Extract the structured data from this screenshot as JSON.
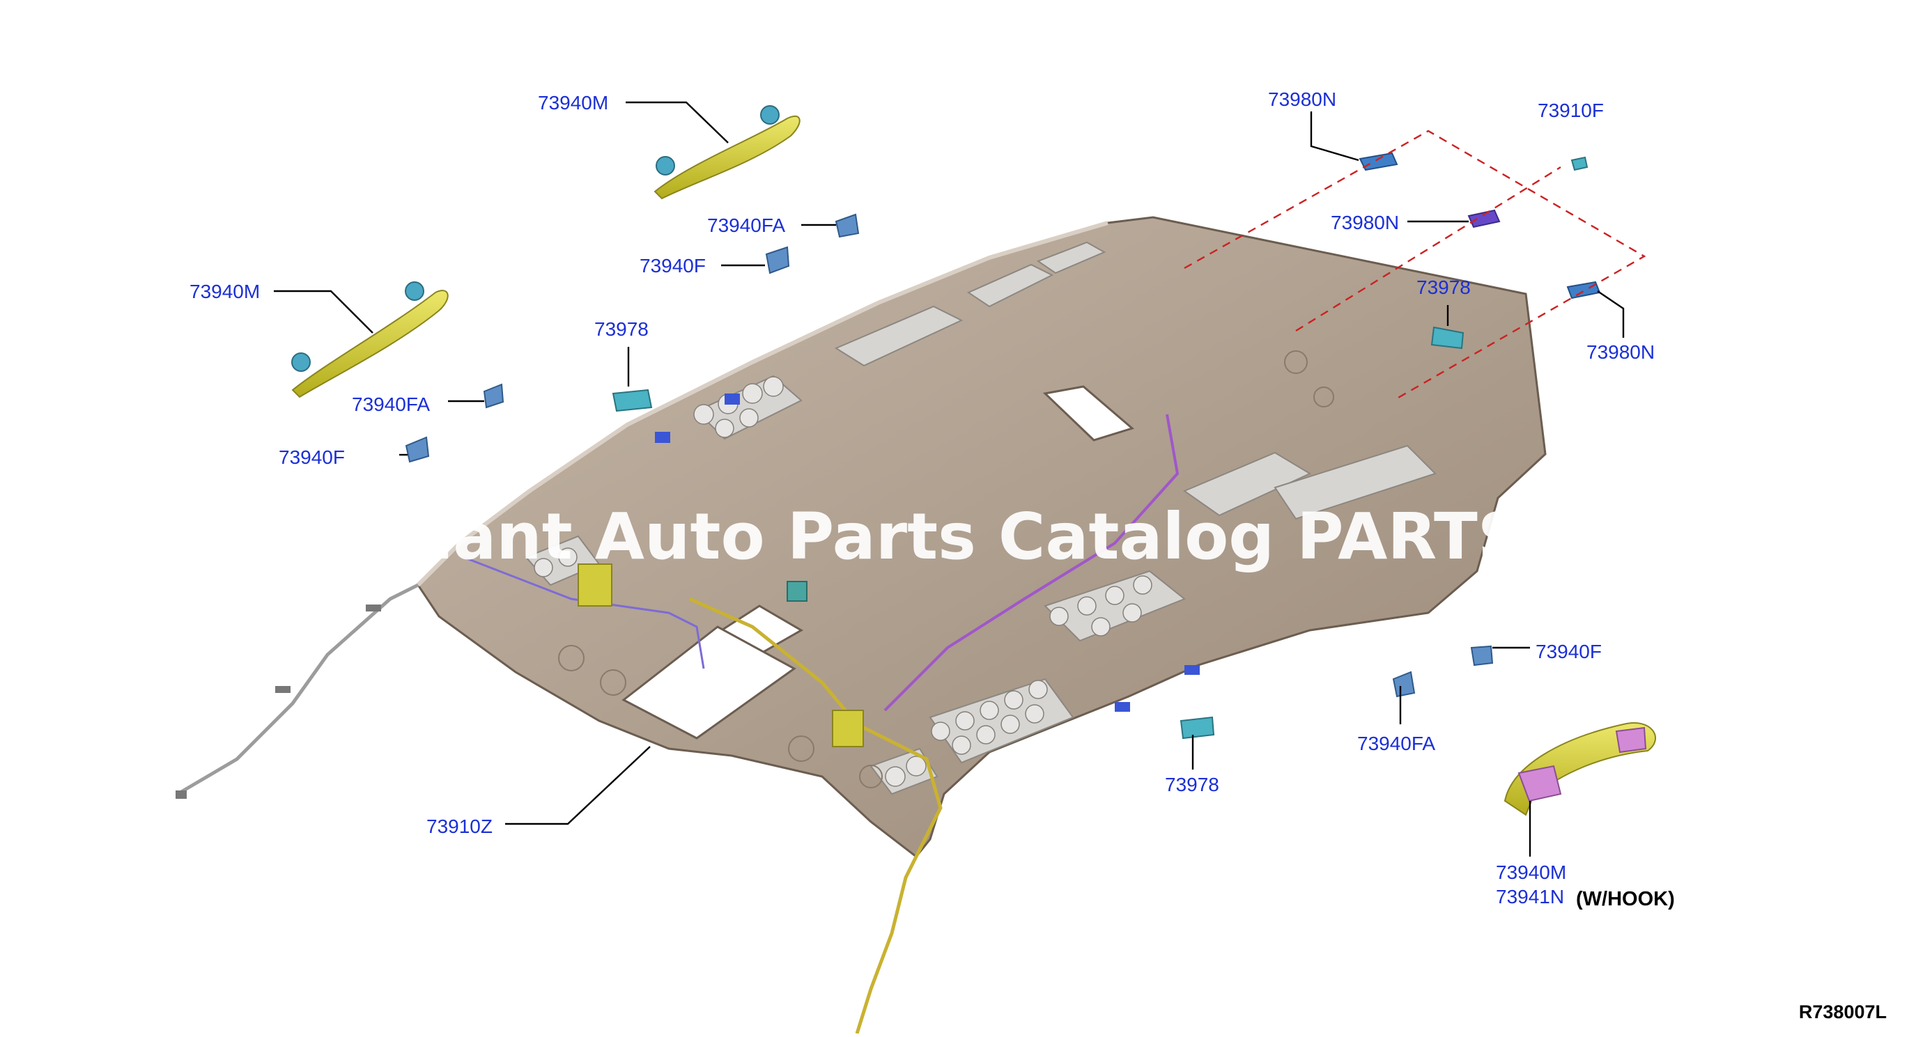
{
  "parts": [
    {
      "id": "p1",
      "label": "73940M"
    },
    {
      "id": "p2",
      "label": "73940FA"
    },
    {
      "id": "p3",
      "label": "73940F"
    },
    {
      "id": "p4",
      "label": "73940M"
    },
    {
      "id": "p5",
      "label": "73978"
    },
    {
      "id": "p6",
      "label": "73940FA"
    },
    {
      "id": "p7",
      "label": "73940F"
    },
    {
      "id": "p8",
      "label": "73980N"
    },
    {
      "id": "p9",
      "label": "73910F"
    },
    {
      "id": "p10",
      "label": "73980N"
    },
    {
      "id": "p11",
      "label": "73978"
    },
    {
      "id": "p12",
      "label": "73980N"
    },
    {
      "id": "p13",
      "label": "73940F"
    },
    {
      "id": "p14",
      "label": "73940FA"
    },
    {
      "id": "p15",
      "label": "73978"
    },
    {
      "id": "p16",
      "label": "73910Z"
    },
    {
      "id": "p17",
      "label": "73940M"
    },
    {
      "id": "p18",
      "label": "73941N"
    }
  ],
  "note": "(W/HOOK)",
  "diagram_code": "R738007L",
  "watermark": "chant Auto Parts Catalog PARTST",
  "colors": {
    "label": "#1b2fd6",
    "headliner": "#b2a292",
    "handle": "#d9d233",
    "clip": "#4aa8c4",
    "cut_line": "#cc2222"
  }
}
